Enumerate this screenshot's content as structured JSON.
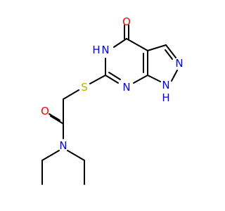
{
  "colors": {
    "background": "#ffffff",
    "bond": "#000000",
    "oxygen": "#ff0000",
    "nitrogen": "#0000ff",
    "sulfur": "#b2b200"
  },
  "atoms": {
    "o_ketone": "O",
    "nh_ring": "H",
    "n_ring_h_symbol": "N",
    "n_pyrazole": "N",
    "n_pyrazole_nh_symbol": "N",
    "n_pyrazole_nh_h": "H",
    "n_pyrimidine": "N",
    "s_thioether": "S",
    "o_amide": "O",
    "n_amide": "N"
  }
}
